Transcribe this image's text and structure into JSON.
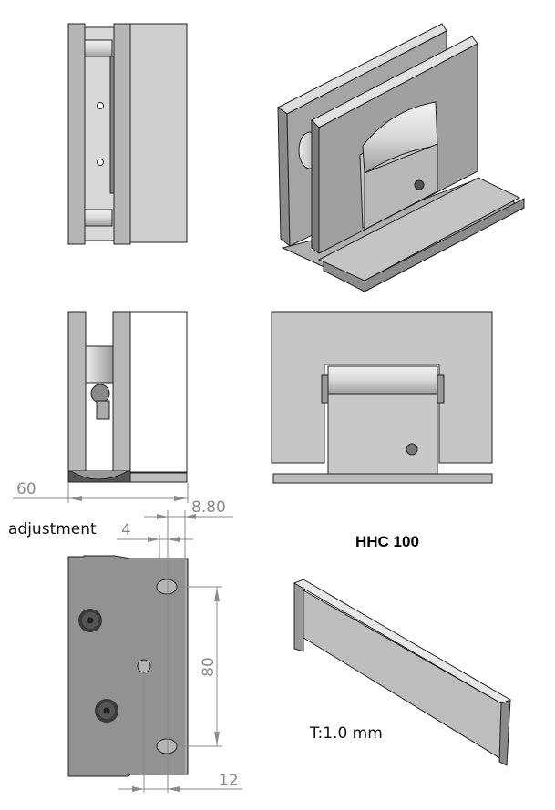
{
  "title": "HHC 100",
  "dimensions": {
    "width_60": "60",
    "offset_8_80": "8.80",
    "adjustment_label": "adjustment",
    "adjust_4": "4",
    "hole_spacing_80": "80",
    "edge_12": "12"
  },
  "shim": {
    "thickness_label": "T:1.0 mm"
  },
  "colors": {
    "body": "#9a9a9a",
    "light": "#c8c8c8",
    "dark": "#6e6e6e",
    "dimension": "#8a8a8a"
  }
}
